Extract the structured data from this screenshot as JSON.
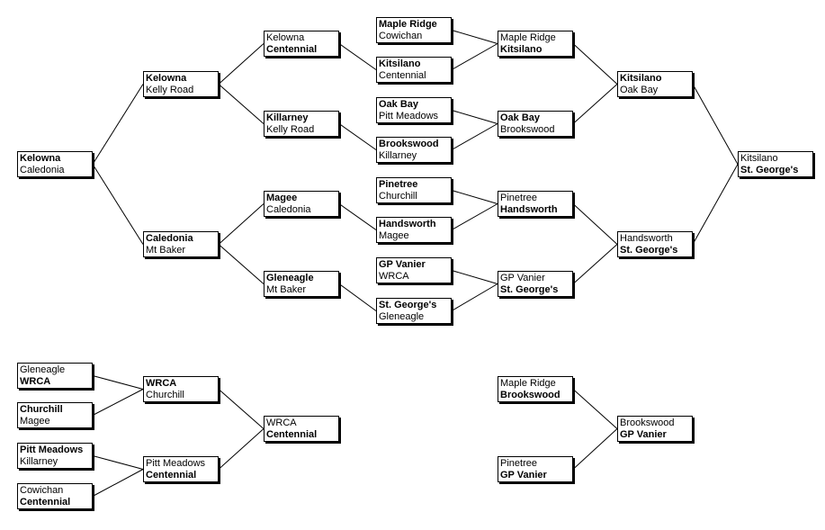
{
  "matches": [
    {
      "id": "m01",
      "top": "Kelowna",
      "bottom": "Caledonia",
      "winner": "top"
    },
    {
      "id": "m02",
      "top": "Kelowna",
      "bottom": "Kelly Road",
      "winner": "top"
    },
    {
      "id": "m03",
      "top": "Caledonia",
      "bottom": "Mt Baker",
      "winner": "top"
    },
    {
      "id": "m04",
      "top": "Kelowna",
      "bottom": "Centennial",
      "winner": "bottom"
    },
    {
      "id": "m05",
      "top": "Killarney",
      "bottom": "Kelly Road",
      "winner": "top"
    },
    {
      "id": "m06",
      "top": "Magee",
      "bottom": "Caledonia",
      "winner": "top"
    },
    {
      "id": "m07",
      "top": "Gleneagle",
      "bottom": "Mt Baker",
      "winner": "top"
    },
    {
      "id": "m08",
      "top": "Maple Ridge",
      "bottom": "Cowichan",
      "winner": "top"
    },
    {
      "id": "m09",
      "top": "Kitsilano",
      "bottom": "Centennial",
      "winner": "top"
    },
    {
      "id": "m10",
      "top": "Oak Bay",
      "bottom": "Pitt Meadows",
      "winner": "top"
    },
    {
      "id": "m11",
      "top": "Brookswood",
      "bottom": "Killarney",
      "winner": "top"
    },
    {
      "id": "m12",
      "top": "Pinetree",
      "bottom": "Churchill",
      "winner": "top"
    },
    {
      "id": "m13",
      "top": "Handsworth",
      "bottom": "Magee",
      "winner": "top"
    },
    {
      "id": "m14",
      "top": "GP Vanier",
      "bottom": "WRCA",
      "winner": "top"
    },
    {
      "id": "m15",
      "top": "St. George's",
      "bottom": "Gleneagle",
      "winner": "top"
    },
    {
      "id": "m16",
      "top": "Maple Ridge",
      "bottom": "Kitsilano",
      "winner": "bottom"
    },
    {
      "id": "m17",
      "top": "Oak Bay",
      "bottom": "Brookswood",
      "winner": "top"
    },
    {
      "id": "m18",
      "top": "Pinetree",
      "bottom": "Handsworth",
      "winner": "bottom"
    },
    {
      "id": "m19",
      "top": "GP Vanier",
      "bottom": "St. George's",
      "winner": "bottom"
    },
    {
      "id": "m20",
      "top": "Kitsilano",
      "bottom": "Oak Bay",
      "winner": "top"
    },
    {
      "id": "m21",
      "top": "Handsworth",
      "bottom": "St. George's",
      "winner": "bottom"
    },
    {
      "id": "m22",
      "top": "Kitsilano",
      "bottom": "St. George's",
      "winner": "bottom"
    },
    {
      "id": "m23",
      "top": "Gleneagle",
      "bottom": "WRCA",
      "winner": "bottom"
    },
    {
      "id": "m24",
      "top": "Churchill",
      "bottom": "Magee",
      "winner": "top"
    },
    {
      "id": "m25",
      "top": "Pitt Meadows",
      "bottom": "Killarney",
      "winner": "top"
    },
    {
      "id": "m26",
      "top": "Cowichan",
      "bottom": "Centennial",
      "winner": "bottom"
    },
    {
      "id": "m27",
      "top": "WRCA",
      "bottom": "Churchill",
      "winner": "top"
    },
    {
      "id": "m28",
      "top": "Pitt Meadows",
      "bottom": "Centennial",
      "winner": "bottom"
    },
    {
      "id": "m29",
      "top": "WRCA",
      "bottom": "Centennial",
      "winner": "bottom"
    },
    {
      "id": "m30",
      "top": "Maple Ridge",
      "bottom": "Brookswood",
      "winner": "bottom"
    },
    {
      "id": "m31",
      "top": "Pinetree",
      "bottom": "GP Vanier",
      "winner": "bottom"
    },
    {
      "id": "m32",
      "top": "Brookswood",
      "bottom": "GP Vanier",
      "winner": "bottom"
    }
  ]
}
